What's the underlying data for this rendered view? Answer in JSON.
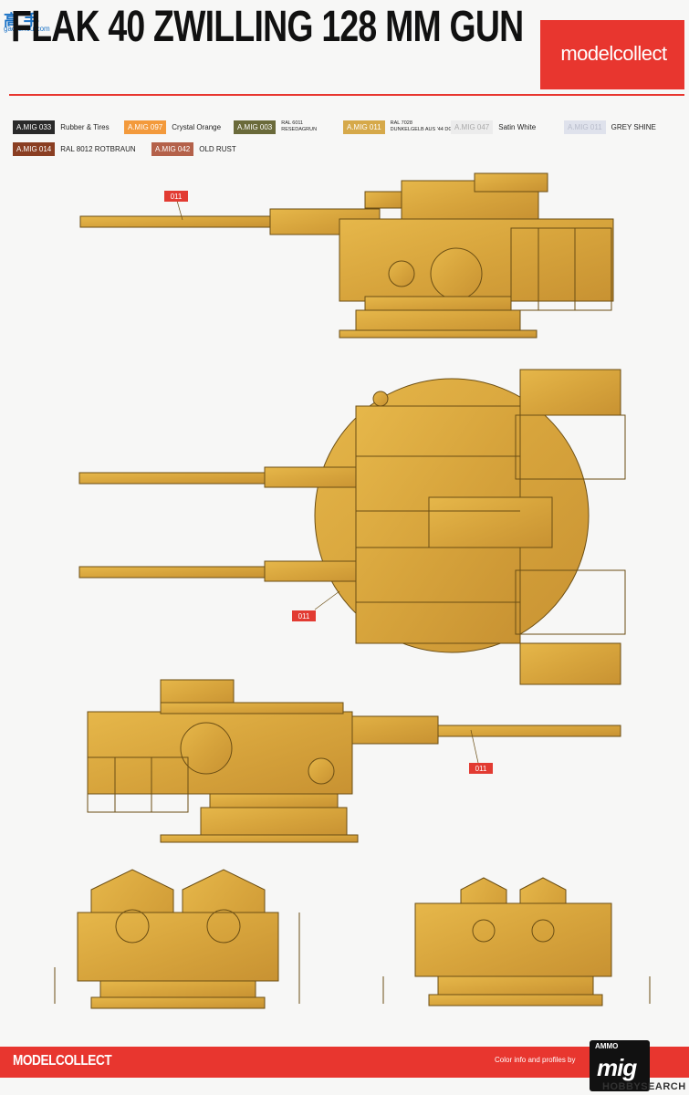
{
  "watermark": {
    "site": "高 手",
    "site_sub": "gao-shou.com",
    "bottom": "HOBBYSEARCH"
  },
  "header": {
    "title": "FLAK 40 ZWILLING 128 MM GUN",
    "brand": "modelcollect"
  },
  "paints": [
    {
      "code": "A.MIG 033",
      "name": "Rubber & Tires",
      "sub": "",
      "color": "#2a2a2a"
    },
    {
      "code": "A.MIG 097",
      "name": "Crystal Orange",
      "sub": "",
      "color": "#f39a3c"
    },
    {
      "code": "A.MIG 003",
      "name": "RAL 6011",
      "sub": "RESEDAGRUN",
      "color": "#6a6a3a"
    },
    {
      "code": "A.MIG 011",
      "name": "RAL 7028",
      "sub": "DUNKELGELB AUS '44 DG I",
      "color": "#d6a94a"
    },
    {
      "code": "A.MIG 047",
      "name": "Satin White",
      "sub": "",
      "color": "#ececec"
    },
    {
      "code": "A.MIG 011",
      "name": "GREY SHINE",
      "sub": "",
      "color": "#dfe2ec"
    },
    {
      "code": "A.MIG 014",
      "name": "RAL 8012 ROTBRAUN",
      "sub": "",
      "color": "#8a3e22"
    },
    {
      "code": "A.MIG 042",
      "name": "OLD RUST",
      "sub": "",
      "color": "#b4614a"
    }
  ],
  "callouts": [
    "011",
    "011",
    "011"
  ],
  "footer": {
    "brand": "MODELCOLLECT",
    "credit": "Color info and profiles by",
    "ammo": "AMMO",
    "mig": "mig"
  },
  "colors": {
    "accent": "#e8362f",
    "camo": "#d9a93f",
    "camo_dark": "#9a7424"
  }
}
